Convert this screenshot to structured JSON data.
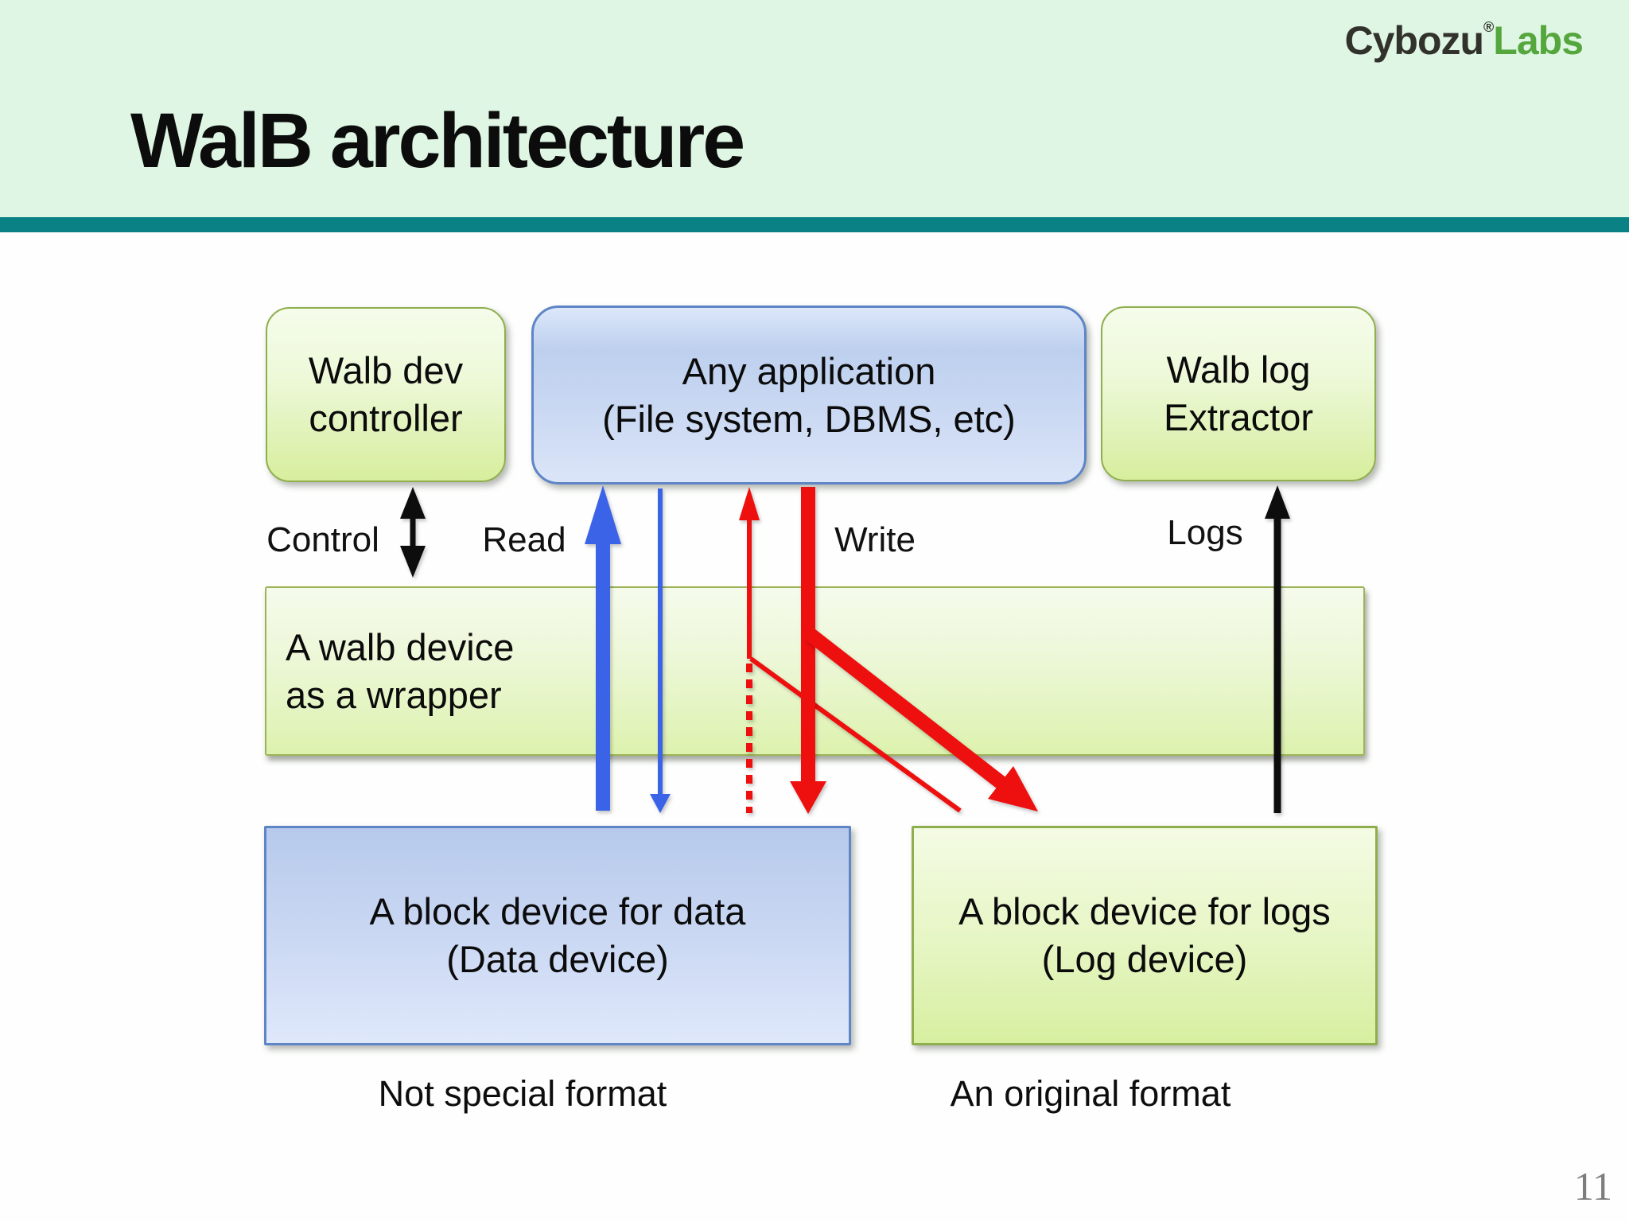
{
  "slide": {
    "title": "WalB architecture",
    "page_number": "11",
    "logo": {
      "brand": "Cybozu",
      "registered": "®",
      "suffix": "Labs"
    }
  },
  "nodes": {
    "controller": {
      "line1": "Walb dev",
      "line2": "controller"
    },
    "application": {
      "line1": "Any application",
      "line2": "(File system, DBMS, etc)"
    },
    "extractor": {
      "line1": "Walb log",
      "line2": "Extractor"
    },
    "wrapper": {
      "line1": "A walb device",
      "line2": "as a wrapper"
    },
    "data_device": {
      "line1": "A block device for data",
      "line2": "(Data device)"
    },
    "log_device": {
      "line1": "A block device for logs",
      "line2": "(Log device)"
    }
  },
  "edge_labels": {
    "control": "Control",
    "read": "Read",
    "write": "Write",
    "logs": "Logs"
  },
  "captions": {
    "data_device": "Not special format",
    "log_device": "An original format"
  },
  "colors": {
    "header_bg": "#def6e3",
    "accent_bar_teal": "#0a8285",
    "green_box_border": "#8fae4e",
    "blue_box_border": "#5e85c5",
    "read_arrow_blue": "#3a63e8",
    "write_arrow_red": "#ee0f0f",
    "control_arrow_black": "#0d0d0d",
    "logo_green": "#56a63e",
    "page_number_gray": "#7d7d7d"
  }
}
